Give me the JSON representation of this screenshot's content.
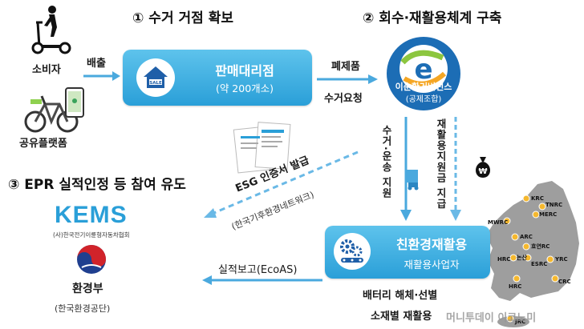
{
  "headings": {
    "step1": "① 수거 거점 확보",
    "step2": "② 회수·재활용체계 구축",
    "step3": "③ EPR 실적인정 등 참여 유도"
  },
  "actors": {
    "consumer": "소비자",
    "platform": "공유플랫폼",
    "dealer_title": "판매대리점",
    "dealer_sub": "(약 200개소)",
    "sale_sign": "SALE",
    "union_name": "이순환거버넌스",
    "union_sub": "(공제조합)",
    "union_logo_letter": "e",
    "recycler_title": "친환경재활용",
    "recycler_sub": "재활용사업자",
    "recycler_desc1": "배터리 해체·선별",
    "recycler_desc2": "소재별 재활용",
    "kems_logo": "KEMS",
    "kems_org": "(사)한국전기이륜형자동차협회",
    "ministry": "환경부",
    "ministry_sub": "(한국환경공단)"
  },
  "flows": {
    "discharge": "배출",
    "waste": "폐제품",
    "pickup": "수거요청",
    "collect_support": "수거·운송 지원",
    "subsidy": "재활용지원금 지급",
    "esg": "ESG 인증서 발급",
    "esg_sub": "(한국기후환경네트워크)",
    "report": "실적보고(EcoAS)"
  },
  "map_labels": [
    "KRC",
    "MWRC",
    "TNRC",
    "MERC",
    "ARC",
    "효연RC",
    "HRC",
    "논산",
    "ESRC",
    "YRC",
    "HRC",
    "CRC",
    "JRC"
  ],
  "watermark": "머니투데이 이코노미",
  "colors": {
    "accent": "#2a9fd8",
    "dashed": "#6ab9e6",
    "map": "#9e9e9e",
    "dot": "#f5b82e"
  }
}
